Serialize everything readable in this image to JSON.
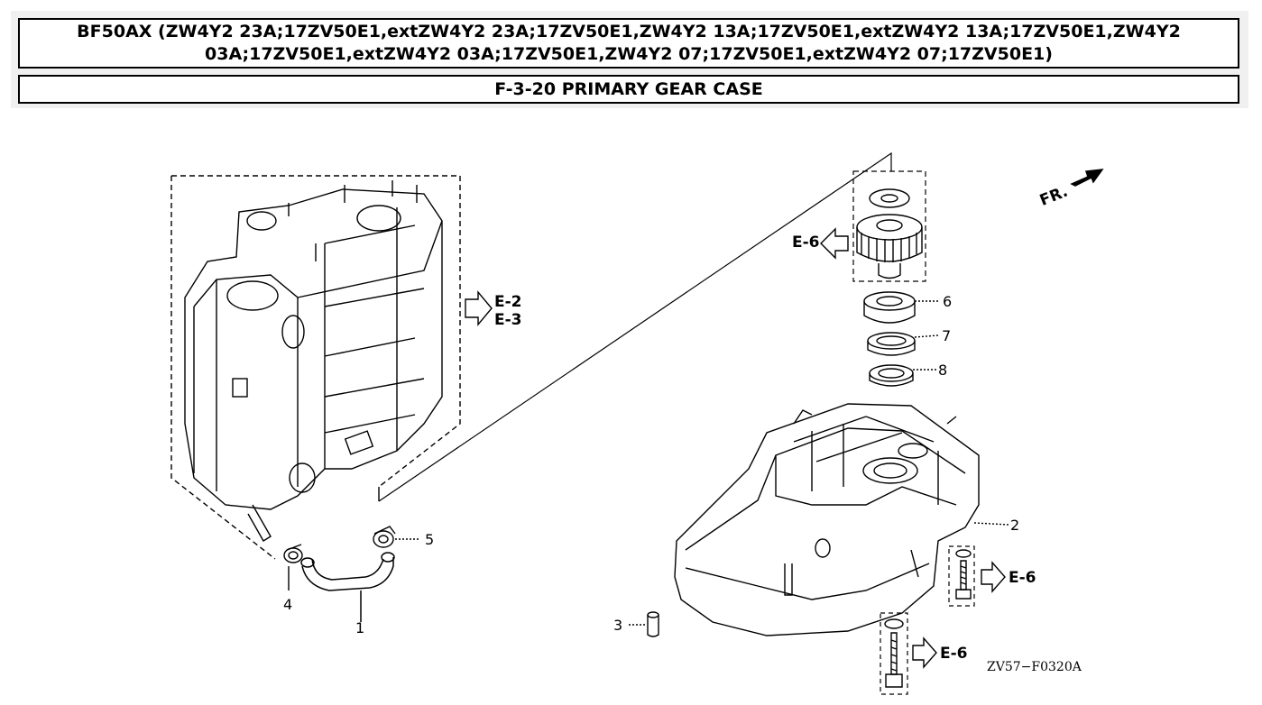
{
  "header": {
    "model_title": "BF50AX (ZW4Y2 23A;17ZV50E1,extZW4Y2 23A;17ZV50E1,ZW4Y2 13A;17ZV50E1,extZW4Y2 13A;17ZV50E1,ZW4Y2 03A;17ZV50E1,extZW4Y2 03A;17ZV50E1,ZW4Y2 07;17ZV50E1,extZW4Y2 07;17ZV50E1)",
    "section_title": "F-3-20 PRIMARY GEAR CASE"
  },
  "diagram": {
    "callouts": [
      "1",
      "2",
      "3",
      "4",
      "5",
      "6",
      "7",
      "8"
    ],
    "references": {
      "e2": "E-2",
      "e3": "E-3",
      "e6_gear": "E-6",
      "e6_bolt_upper": "E-6",
      "e6_bolt_lower": "E-6"
    },
    "front_marker": "FR.",
    "figure_code": "ZV57−F0320A"
  }
}
